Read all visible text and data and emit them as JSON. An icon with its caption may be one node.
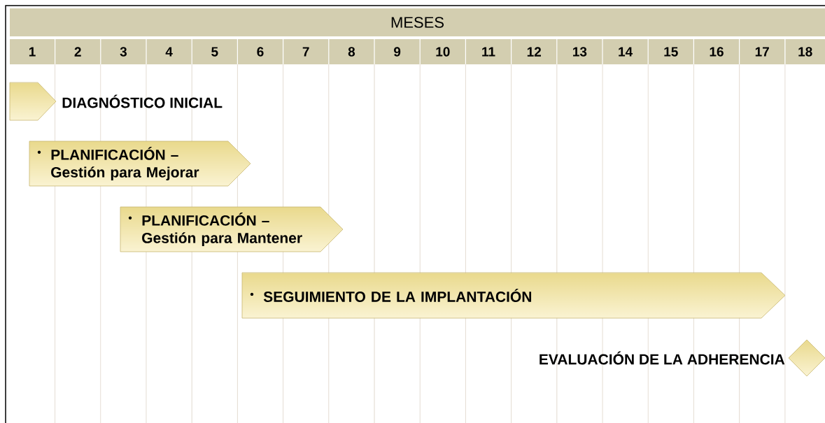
{
  "diagram": {
    "nodes": [
      {
        "text": [
          "MESES"
        ]
      },
      {
        "text": [
          "1"
        ]
      },
      {
        "text": [
          "2"
        ]
      },
      {
        "text": [
          "3"
        ]
      },
      {
        "text": [
          "4"
        ]
      },
      {
        "text": [
          "5"
        ]
      },
      {
        "text": [
          "6"
        ]
      },
      {
        "text": [
          "7"
        ]
      },
      {
        "text": [
          "8"
        ]
      },
      {
        "text": [
          "9"
        ]
      },
      {
        "text": [
          "10"
        ]
      },
      {
        "text": [
          "11"
        ]
      },
      {
        "text": [
          "12"
        ]
      },
      {
        "text": [
          "13"
        ]
      },
      {
        "text": [
          "14"
        ]
      },
      {
        "text": [
          "15"
        ]
      },
      {
        "text": [
          "16"
        ]
      },
      {
        "text": [
          "17"
        ]
      },
      {
        "text": [
          "18"
        ]
      },
      {
        "text": [],
        "shape": "bar",
        "beside": [
          "DIAGNÓSTICO INICIAL"
        ]
      },
      {
        "text": [
          "PLANIFICACIÓN – Gestión para Mejorar"
        ]
      },
      {
        "text": [
          "PLANIFICACIÓN – Gestión para Mantener"
        ]
      },
      {
        "text": [
          "SEGUIMIENTO DE LA IMPLANTACIÓN"
        ]
      },
      {
        "text": [],
        "shape": "diamond",
        "beside": [
          "EVALUACIÓN DE LA ADHERENCIA"
        ]
      }
    ]
  }
}
